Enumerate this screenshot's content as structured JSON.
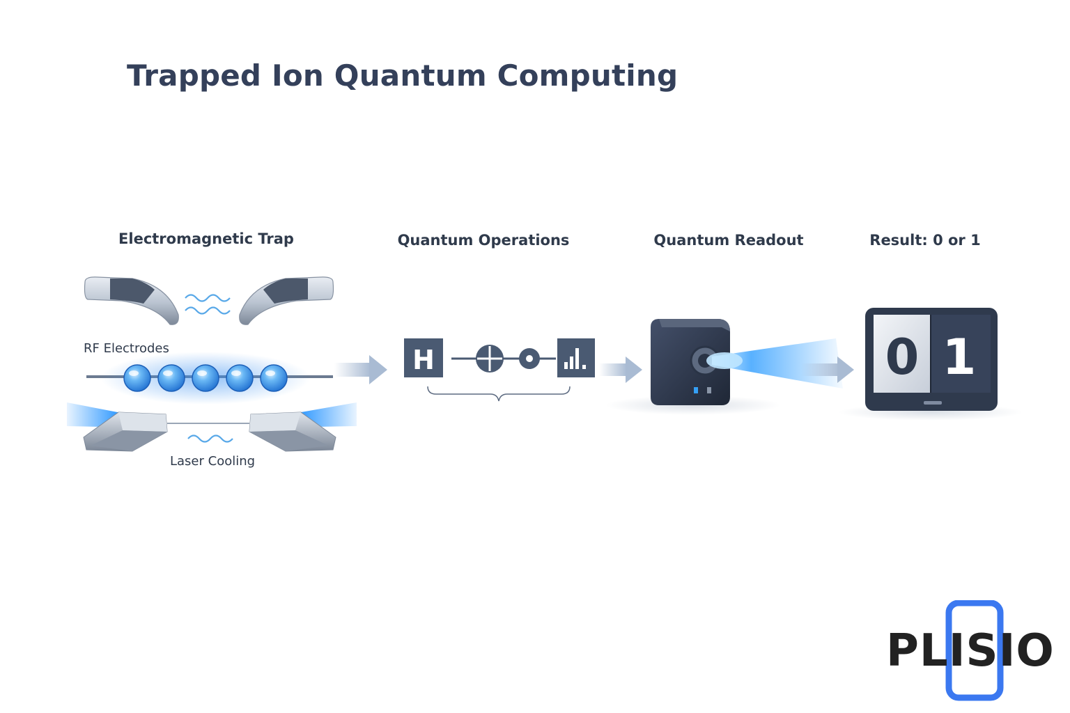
{
  "title": "Trapped Ion Quantum Computing",
  "stages": {
    "trap": "Electromagnetic Trap",
    "operations": "Quantum Operations",
    "readout": "Quantum Readout",
    "result": "Result: 0 or 1"
  },
  "labels": {
    "rf_electrodes": "RF Electrodes",
    "laser_cooling": "Laser Cooling"
  },
  "gates": {
    "hadamard": "H"
  },
  "result_digits": [
    "0",
    "1"
  ],
  "ion_count": 5,
  "logo": {
    "text": "PLISIO"
  },
  "colors": {
    "title": "#34405a",
    "ion_blue": "#2f8fe6",
    "laser_blue": "#1e90ff",
    "gate_fill": "#4a5a72",
    "device_dark": "#2a3446",
    "arrow": "#a9bbd3",
    "logo_accent": "#3b78f0"
  }
}
